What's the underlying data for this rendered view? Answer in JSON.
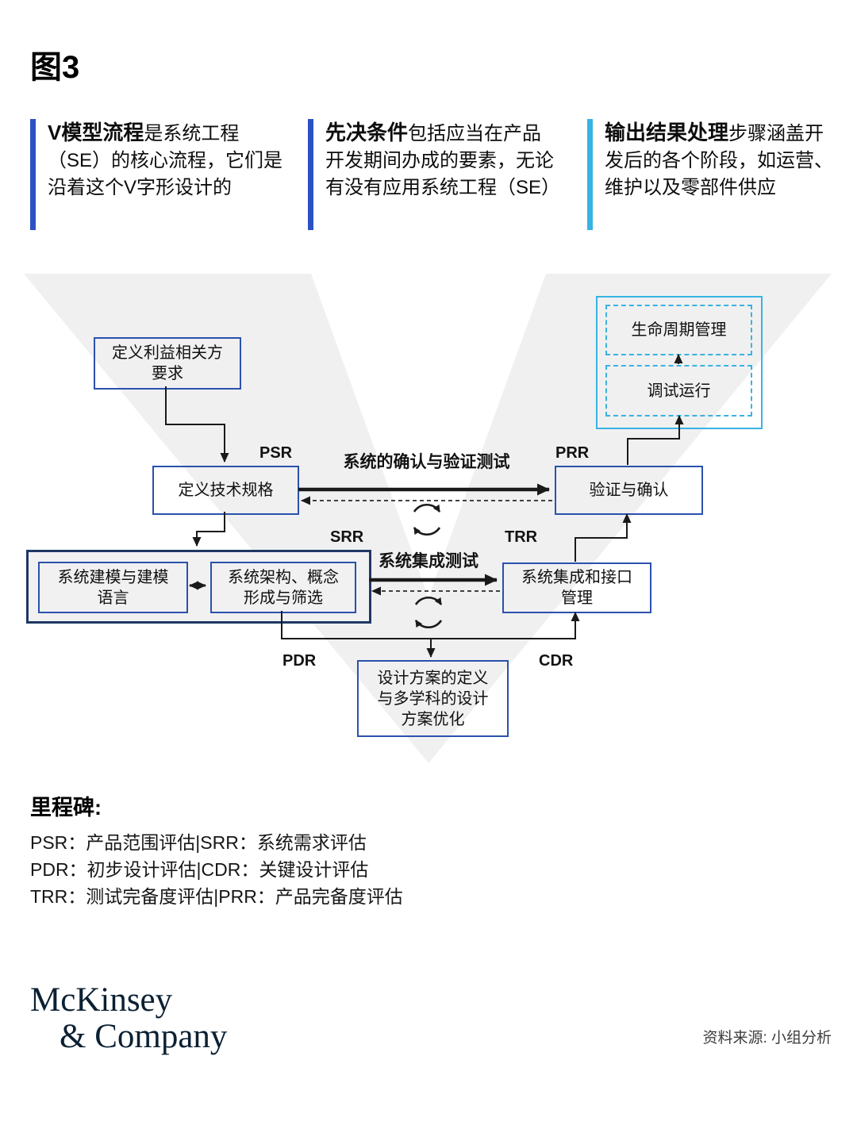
{
  "figure_label": "图3",
  "header_blocks": [
    {
      "bold": "V模型流程",
      "rest": "是系统工程（SE）的核心流程，它们是沿着这个V字形设计的"
    },
    {
      "bold": "先决条件",
      "rest": "包括应当在产品开发期间办成的要素，无论有没有应用系统工程（SE）"
    },
    {
      "bold": "输出结果处理",
      "rest": "步骤涵盖开发后的各个阶段，如运营、维护以及零部件供应"
    }
  ],
  "diagram": {
    "boxes": {
      "stakeholder": "定义利益相关方\n要求",
      "techspec": "定义技术规格",
      "vv": "验证与确认",
      "modeling": "系统建模与建模\n语言",
      "architecture": "系统架构、概念\n形成与筛选",
      "integration": "系统集成和接口\n管理",
      "design": "设计方案的定义\n与多学科的设计\n方案优化",
      "lifecycle": "生命周期管理",
      "commissioning": "调试运行"
    },
    "milestones": {
      "psr": "PSR",
      "srr": "SRR",
      "pdr": "PDR",
      "cdr": "CDR",
      "trr": "TRR",
      "prr": "PRR"
    },
    "flow_labels": {
      "top": "系统的确认与验证测试",
      "middle": "系统集成测试"
    },
    "colors": {
      "accent_blue": "#2b51c5",
      "accent_cyan": "#38b3e3",
      "box_border_blue": "#2b51ad",
      "container_border_navy": "#1f3864",
      "watermark_gray": "#f0f0f1",
      "arrow_black": "#1a1a1a",
      "logo_navy": "#0b2033"
    }
  },
  "legend": {
    "title": "里程碑:",
    "lines": [
      "PSR：产品范围评估|SRR：系统需求评估",
      "PDR：初步设计评估|CDR：关键设计评估",
      "TRR：测试完备度评估|PRR：产品完备度评估"
    ]
  },
  "footer": {
    "logo_line1": "McKinsey",
    "logo_line2": "& Company",
    "source": "资料来源: 小组分析"
  }
}
